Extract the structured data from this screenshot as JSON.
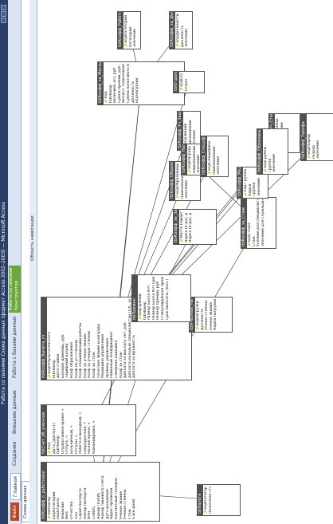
{
  "window": {
    "title": "Работа со связями   Схема данных (формат Access 2002–2003) — Microsoft Access"
  },
  "ribbon": {
    "file_tab": "Файл",
    "tabs": [
      "Главная",
      "Создание",
      "Внешние данные",
      "Работа с базами данных"
    ],
    "context_group": "Работа со связями",
    "context_tab": "Конструктор"
  },
  "document_tab": "Схема данных",
  "nav_pane_label": "Область навигации",
  "tables": [
    {
      "title": "tblКоэфф_о_работнике",
      "fields": [
        "tabНомер",
        "кодКатегории",
        "кодОтдела",
        "Фамилия",
        "Имя",
        "Отчество",
        "Пол",
        "Серия паспорта",
        "Номер паспорта",
        "ИНН",
        "СНИЛС",
        "Номер ПОЛИС",
        "Номер лицевого счета",
        "Дата рождения",
        "Адрес прописки",
        "Контактный телефон",
        "Ученое звание",
        "Ученая степень",
        "Стаж",
        "S в/н дней"
      ]
    },
    {
      "title": "tblСчет_об_ученном",
      "fields": [
        "Код",
        "Дата_(Дата)(ТТ)",
        "tabНомер",
        "Отработанное время, ч",
        "Отпуск, ч",
        "Больничный, ч",
        "Отгулы, ч",
        "Работа в выходной, ч",
        "Сверхурочная, ч",
        "Ночная время, ч",
        "Командировка, ч"
      ]
    },
    {
      "title": "tblНалоги",
      "fields": [
        "кодКатегории",
        "Налоговая ставка, %"
      ]
    },
    {
      "title": "tblКоэфф_Вычета_сч",
      "fields": [
        "кодРезультатРасчета",
        "tabНомер",
        "Доля ставки",
        "Базовая Давнеищ, руб",
        "Тарифный разряд",
        "Коэф образования",
        "Коэф по уч степени",
        "Коэф спецификации работы",
        "Коэф за ученое звание",
        "Коэф за ученую степень",
        "Коэф за стаж",
        "Почетное звание и награды",
        "Медицина управления",
        "Уровень управления",
        "Районный коэффициент",
        "Северная надбавка",
        "Коэф за стаж",
        "Доплата за выслугу лет, руб",
        "Доплата молодым специалистам ППС, руб",
        "Доплата за вредность"
      ]
    },
    {
      "title": "tblУчебный_нагрузки",
      "fields": [
        "кодНагрузки",
        "Должность",
        "Ученая степень",
        "Ученое звание",
        "Норма нагрузки"
      ]
    },
    {
      "title": "tblПремии",
      "fields": [
        "кодПремии",
        "tabНомер",
        "Размер Балла КРТ",
        "Размер Балла КРТ (доплата)",
        "Размер премии, руб",
        "Стимулирующая премия, руб",
        "Срок выплаты, (мес.)"
      ]
    },
    {
      "title": "tblКоэфф_за_Стаж",
      "fields": [
        "кодСтажа",
        "Стаж",
        "Условие для специалистов (категория 2)",
        "Значение для служащих (категория 3)"
      ]
    },
    {
      "title": "tblКоэфф_за_Заметки",
      "fields": [
        "Местн (лимит)",
        "Норма (б-дн), д",
        "Норма (б-дн), д"
      ]
    },
    {
      "title": "tblКоэфф_Медицины",
      "fields": [
        "Код Группы",
        "Норма",
        "Группа",
        "Значение"
      ]
    },
    {
      "title": "tblКоэфф_за_Месяц",
      "fields": [
        "Код",
        "tabНомер",
        "Величина З/П, руб",
        "Сумма премии, руб",
        "Вычисл. Подоходного налога, руб",
        "Сумма налогового вычета, руб",
        "Должность",
        "кодНагрузки"
      ]
    },
    {
      "title": "tblКоэфф_Работников",
      "fields": [
        "кодКатегории",
        "Категория",
        "Значение"
      ]
    },
    {
      "title": "tblКоэфф_за_Должн",
      "fields": [
        "кодДолжности",
        "Должность",
        "Значение"
      ]
    },
    {
      "title": "tblОтделы",
      "fields": [
        "кодОтдела",
        "Отдел"
      ]
    },
    {
      "title": "tblКоэфф_Уч_Степень",
      "fields": [
        "кодУчСтепени",
        "Наименование",
        "Значение"
      ]
    },
    {
      "title": "tblКоэфф_Уч_Званию",
      "fields": [
        "кодЗвания",
        "Наименование",
        "Значение"
      ]
    },
    {
      "title": "tblКоэфф_Образования",
      "fields": [
        "кодГруппы",
        "Группа",
        "Значение"
      ]
    },
    {
      "title": "tblКоэфф_Специфики",
      "fields": [
        "кодСпецифики",
        "Наименование",
        "Значение"
      ]
    },
    {
      "title": "tblКоэфф_Образования",
      "fields": [
        "кодОбразования",
        "Наименование",
        "Значение"
      ]
    },
    {
      "title": "tblКоэфф_Тарифа",
      "fields": [
        "кодРазряд",
        "Разряд",
        "Значение"
      ]
    },
    {
      "title": "tblКоэфф_Награды",
      "fields": [
        "кодНаграды",
        "Наименование",
        "Значение"
      ]
    }
  ]
}
